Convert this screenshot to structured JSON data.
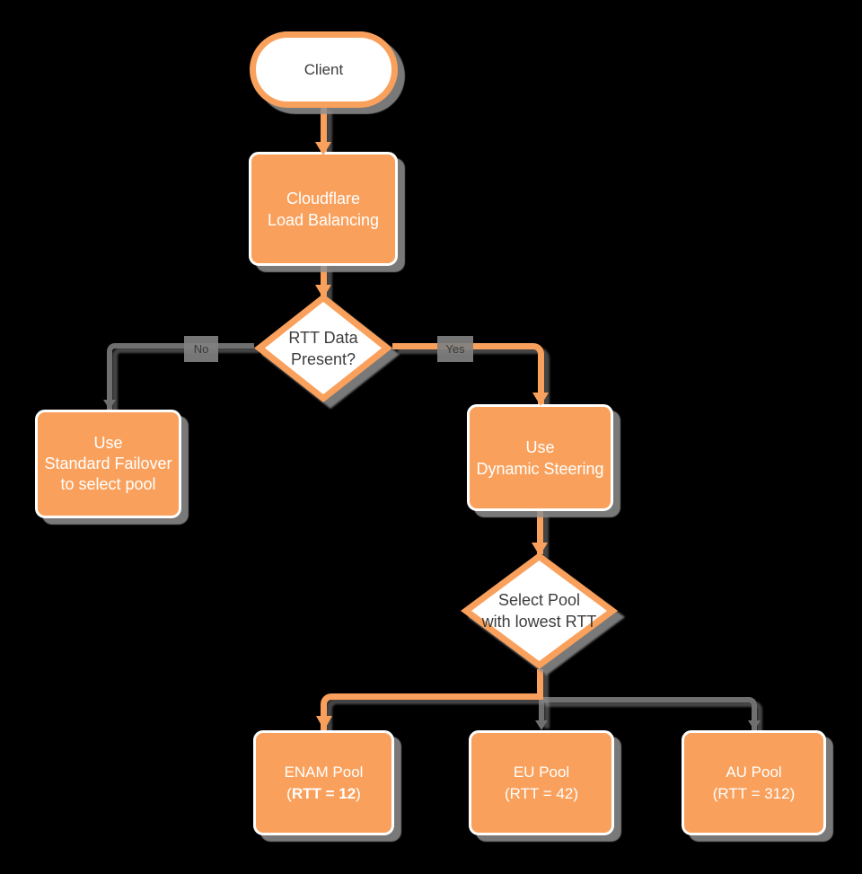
{
  "colors": {
    "background": "#000000",
    "node_fill": "#F9A15C",
    "node_border": "#FFFFFF",
    "node_text": "#FFFFFF",
    "decision_fill": "#FFFFFF",
    "decision_border": "#F9A15C",
    "decision_text": "#3D3D3D",
    "gray_line": "#6F6F6F",
    "shadow": "#8E8E8E",
    "edge_label_bg": "#808080",
    "edge_label_text": "#3A3A3A"
  },
  "nodes": {
    "client": {
      "label": "Client"
    },
    "load_balancer": {
      "line1": "Cloudflare",
      "line2": "Load Balancing"
    },
    "rtt_decision": {
      "line1": "RTT Data",
      "line2": "Present?"
    },
    "standard_failover": {
      "line1": "Use",
      "line2": "Standard Failover",
      "line3": "to select pool"
    },
    "dynamic_steering": {
      "line1": "Use",
      "line2": "Dynamic Steering"
    },
    "select_pool": {
      "line1": "Select Pool",
      "line2": "with lowest RTT"
    },
    "enam_pool": {
      "line1": "ENAM Pool",
      "line2_prefix": "(",
      "line2_bold": "RTT = 12",
      "line2_suffix": ")"
    },
    "eu_pool": {
      "line1": "EU Pool",
      "line2": "(RTT = 42)"
    },
    "au_pool": {
      "line1": "AU Pool",
      "line2": "(RTT = 312)"
    }
  },
  "edge_labels": {
    "no": "No",
    "yes": "Yes"
  }
}
